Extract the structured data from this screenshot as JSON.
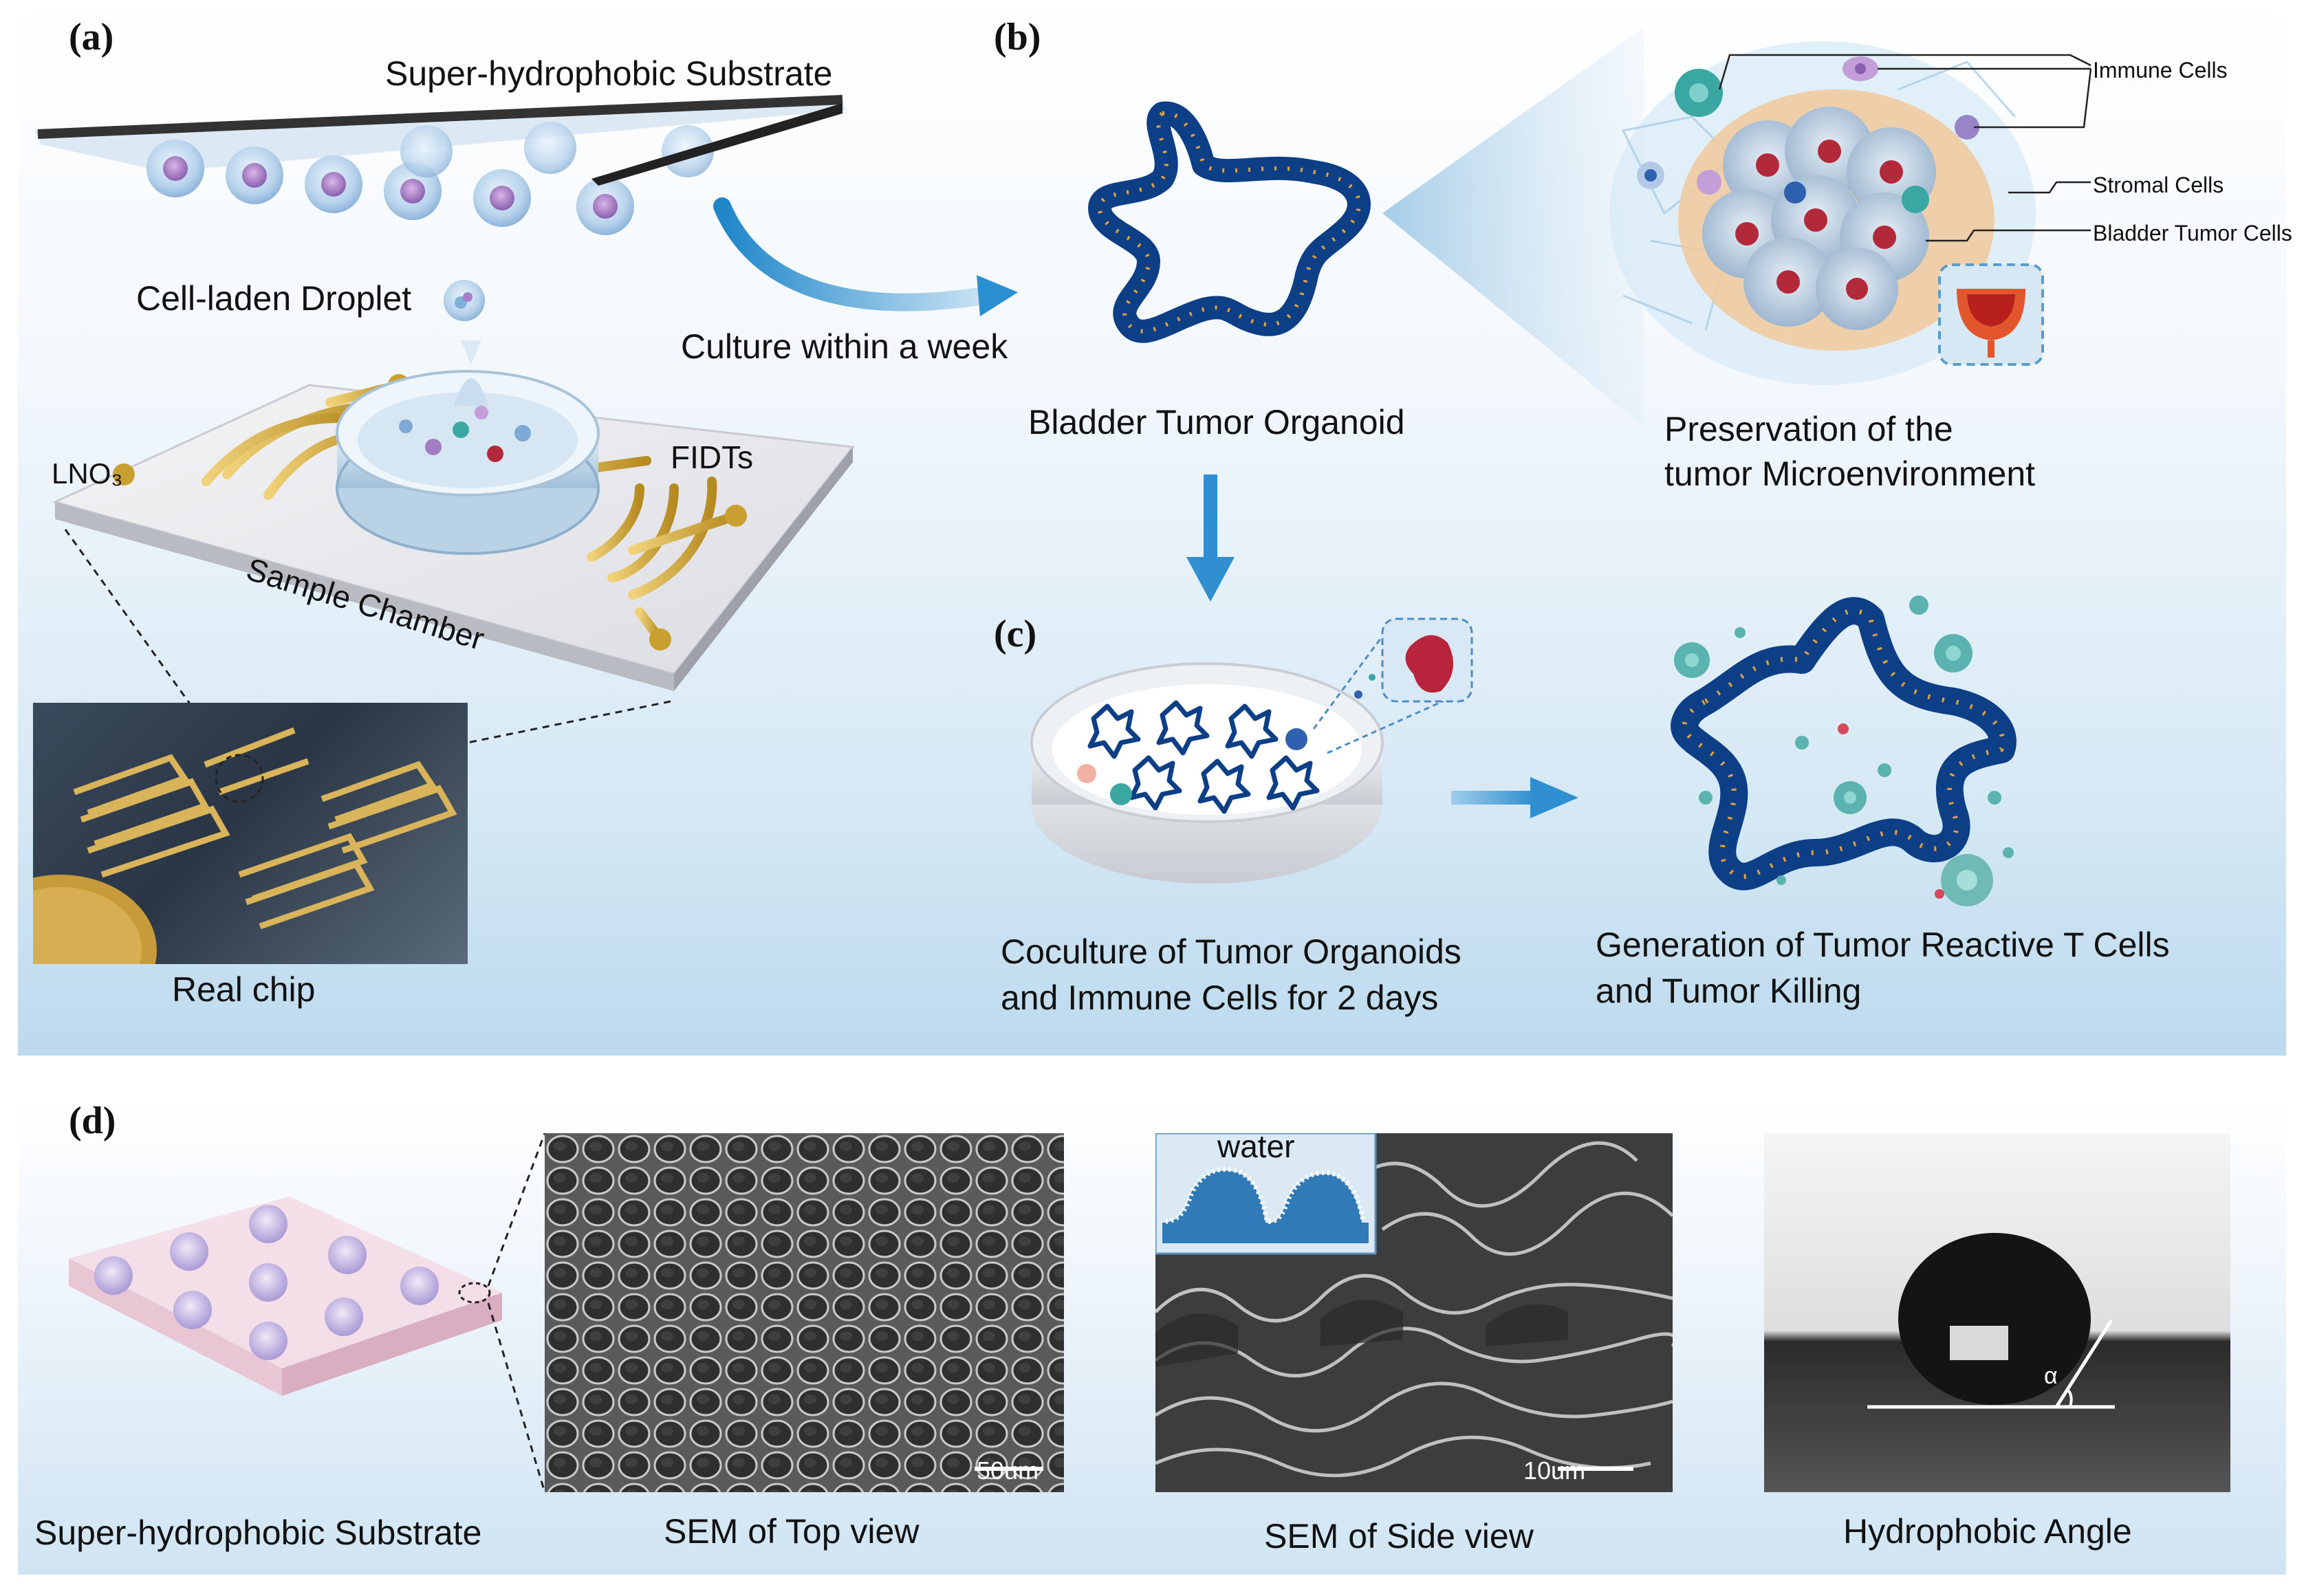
{
  "panel_labels": {
    "a": "(a)",
    "b": "(b)",
    "c": "(c)",
    "d": "(d)"
  },
  "panel_a": {
    "substrate_title": "Super-hydrophobic Substrate",
    "droplet_label": "Cell-laden Droplet",
    "lno3_label": "LNO₃",
    "fidts_label": "FIDTs",
    "chamber_label": "Sample Chamber",
    "real_chip_label": "Real chip",
    "arrow_label": "Culture within a week"
  },
  "panel_b": {
    "organoid_label": "Bladder Tumor Organoid",
    "immune_cells": "Immune Cells",
    "stromal_cells": "Stromal Cells",
    "bladder_tumor_cells": "Bladder Tumor Cells",
    "preservation_line1": "Preservation of the",
    "preservation_line2": "tumor Microenvironment"
  },
  "panel_c": {
    "coculture_line1": "Coculture of Tumor Organoids",
    "coculture_line2": "and Immune Cells for 2 days",
    "generation_line1": "Generation of Tumor Reactive  T Cells",
    "generation_line2": "and Tumor Killing"
  },
  "panel_d": {
    "substrate_label": "Super-hydrophobic Substrate",
    "sem_top_label": "SEM of  Top view",
    "sem_top_scale": "50um",
    "sem_side_label": "SEM of  Side view",
    "sem_side_scale": "10um",
    "water_label": "water",
    "angle_label": "Hydrophobic Angle",
    "alpha_label": "α"
  },
  "colors": {
    "organoid_blue": "#0d3f86",
    "arrow_blue": "#2f8fd0",
    "gold": "#d4a72c",
    "teal": "#3aa7a3",
    "tumor_red": "#b22a3a"
  }
}
